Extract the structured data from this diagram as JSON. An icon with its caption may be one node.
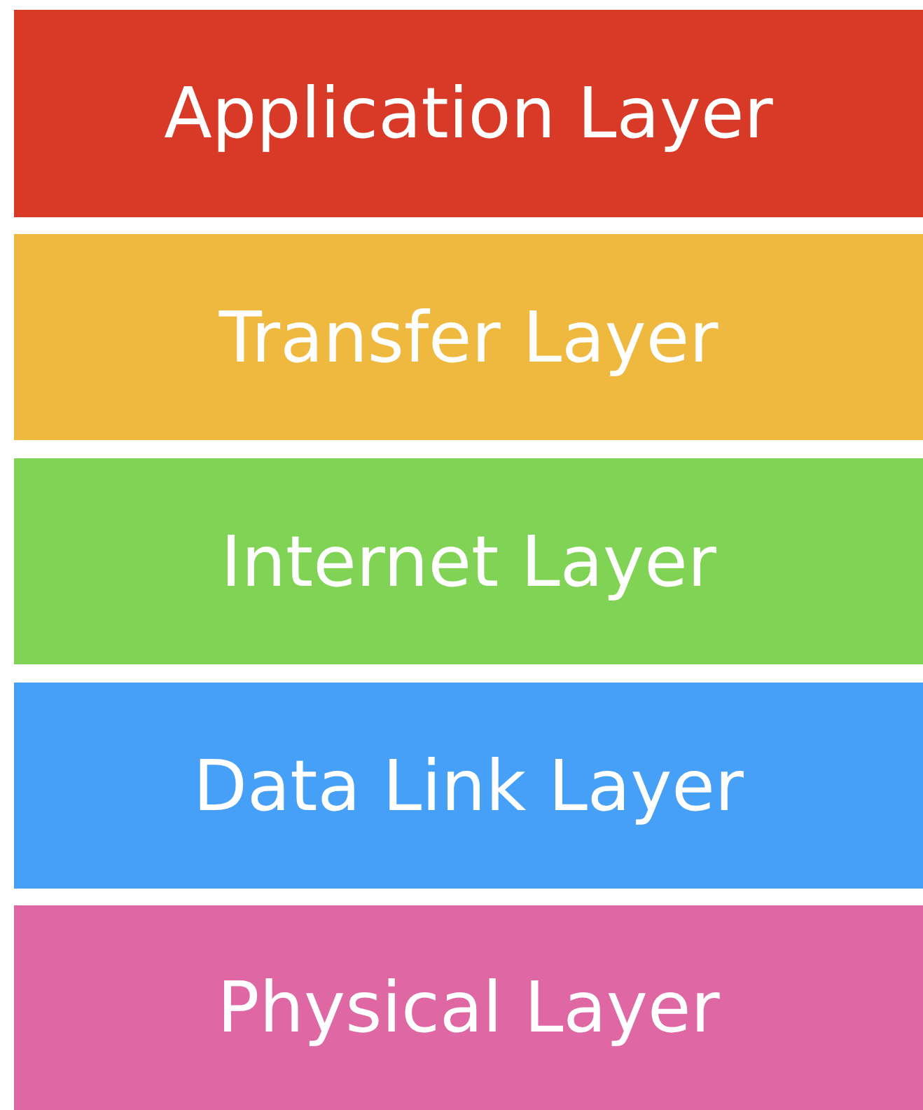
{
  "diagram": {
    "nodes": [
      {
        "text": [
          "Application Layer"
        ]
      },
      {
        "text": [
          "Transfer Layer"
        ]
      },
      {
        "text": [
          "Internet Layer"
        ]
      },
      {
        "text": [
          "Data Link Layer"
        ]
      },
      {
        "text": [
          "Physical Layer"
        ]
      }
    ]
  }
}
